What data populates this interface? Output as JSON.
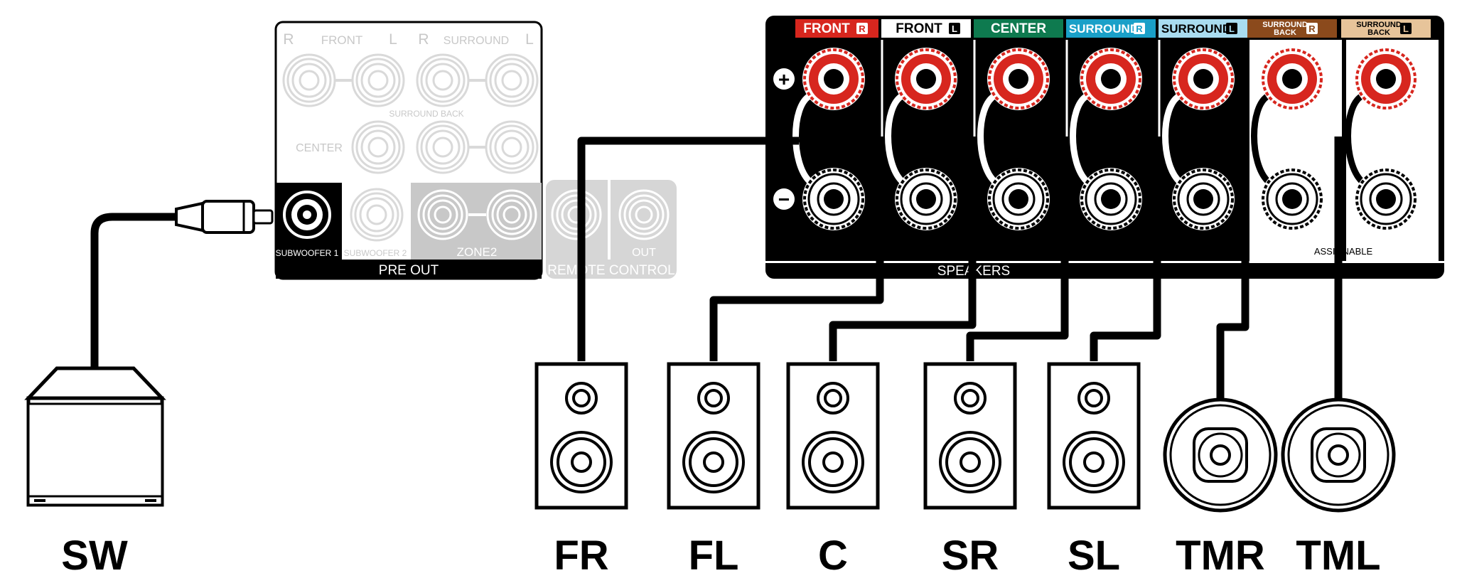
{
  "preout_panel": {
    "top_labels": [
      "R",
      "FRONT",
      "L",
      "R",
      "SURROUND",
      "L"
    ],
    "surround_back_label": "SURROUND BACK",
    "center_label": "CENTER",
    "subwoofer1_label": "SUBWOOFER 1",
    "subwoofer2_label": "SUBWOOFER 2",
    "zone2_label": "ZONE2",
    "out_label": "OUT",
    "pre_out_label": "PRE OUT",
    "remote_control_label": "REMOTE CONTROL"
  },
  "speaker_panel": {
    "terminal_headers": [
      {
        "text": "FRONT",
        "side": "R",
        "bg": "#d7261e",
        "fg": "#ffffff"
      },
      {
        "text": "FRONT",
        "side": "L",
        "bg": "#ffffff",
        "fg": "#000000"
      },
      {
        "text": "CENTER",
        "side": "",
        "bg": "#0e7a4f",
        "fg": "#ffffff"
      },
      {
        "text": "SURROUND",
        "side": "R",
        "bg": "#1aa0c8",
        "fg": "#ffffff"
      },
      {
        "text": "SURROUND",
        "side": "L",
        "bg": "#a9dcf0",
        "fg": "#000000"
      },
      {
        "text": "SURROUND BACK",
        "side": "R",
        "bg": "#8b4a1c",
        "fg": "#ffffff"
      },
      {
        "text": "SURROUND BACK",
        "side": "L",
        "bg": "#e7c49a",
        "fg": "#000000"
      }
    ],
    "plus_sign": "+",
    "minus_sign": "−",
    "speakers_label": "SPEAKERS",
    "assignable_label": "ASSIGNABLE"
  },
  "speakers": [
    "SW",
    "FR",
    "FL",
    "C",
    "SR",
    "SL",
    "TMR",
    "TML"
  ]
}
